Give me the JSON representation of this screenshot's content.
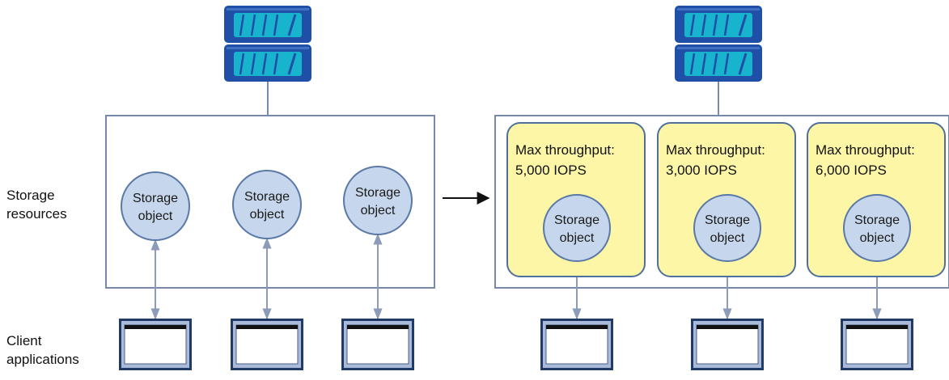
{
  "labels": {
    "storage_resources": [
      "Storage",
      "resources"
    ],
    "client_applications": [
      "Client",
      "applications"
    ]
  },
  "storage_object": [
    "Storage",
    "object"
  ],
  "throughput_prefix": "Max throughput:",
  "policies": [
    {
      "limit": "5,000 IOPS"
    },
    {
      "limit": "3,000 IOPS"
    },
    {
      "limit": "6,000 IOPS"
    }
  ],
  "colors": {
    "circle_fill": "#c6d6ec",
    "circle_stroke": "#5a79a6",
    "policy_fill": "#fcf6a6",
    "policy_stroke": "#4f6f9c",
    "frame_stroke": "#7689a8",
    "server_blue": "#1f4fa6",
    "server_cyan": "#18b3cc"
  }
}
